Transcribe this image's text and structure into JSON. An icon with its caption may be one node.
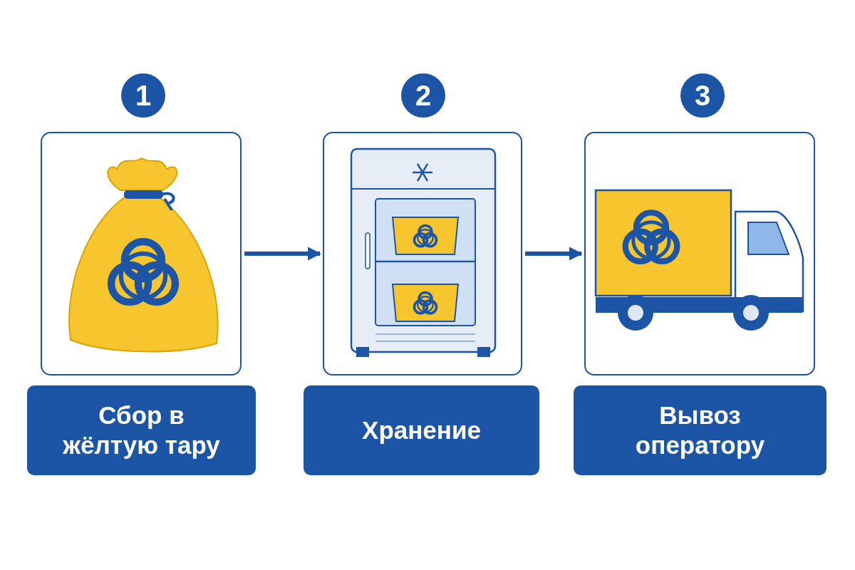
{
  "diagram": {
    "nodes": [
      {
        "text": [
          "1"
        ]
      },
      {
        "text": [],
        "shape": "box"
      },
      {
        "text": [
          "Сбор в жёлтую тару"
        ]
      },
      {
        "text": [
          "2"
        ]
      },
      {
        "text": [],
        "shape": "box"
      },
      {
        "text": [
          "Хранение"
        ]
      },
      {
        "text": [
          "3"
        ]
      },
      {
        "text": [],
        "shape": "box"
      },
      {
        "text": [
          "Вывоз оператору"
        ]
      }
    ],
    "edges": [
      {
        "from": 1,
        "to": 4,
        "arrow": "to"
      },
      {
        "from": 4,
        "to": 7,
        "arrow": "to"
      }
    ]
  }
}
